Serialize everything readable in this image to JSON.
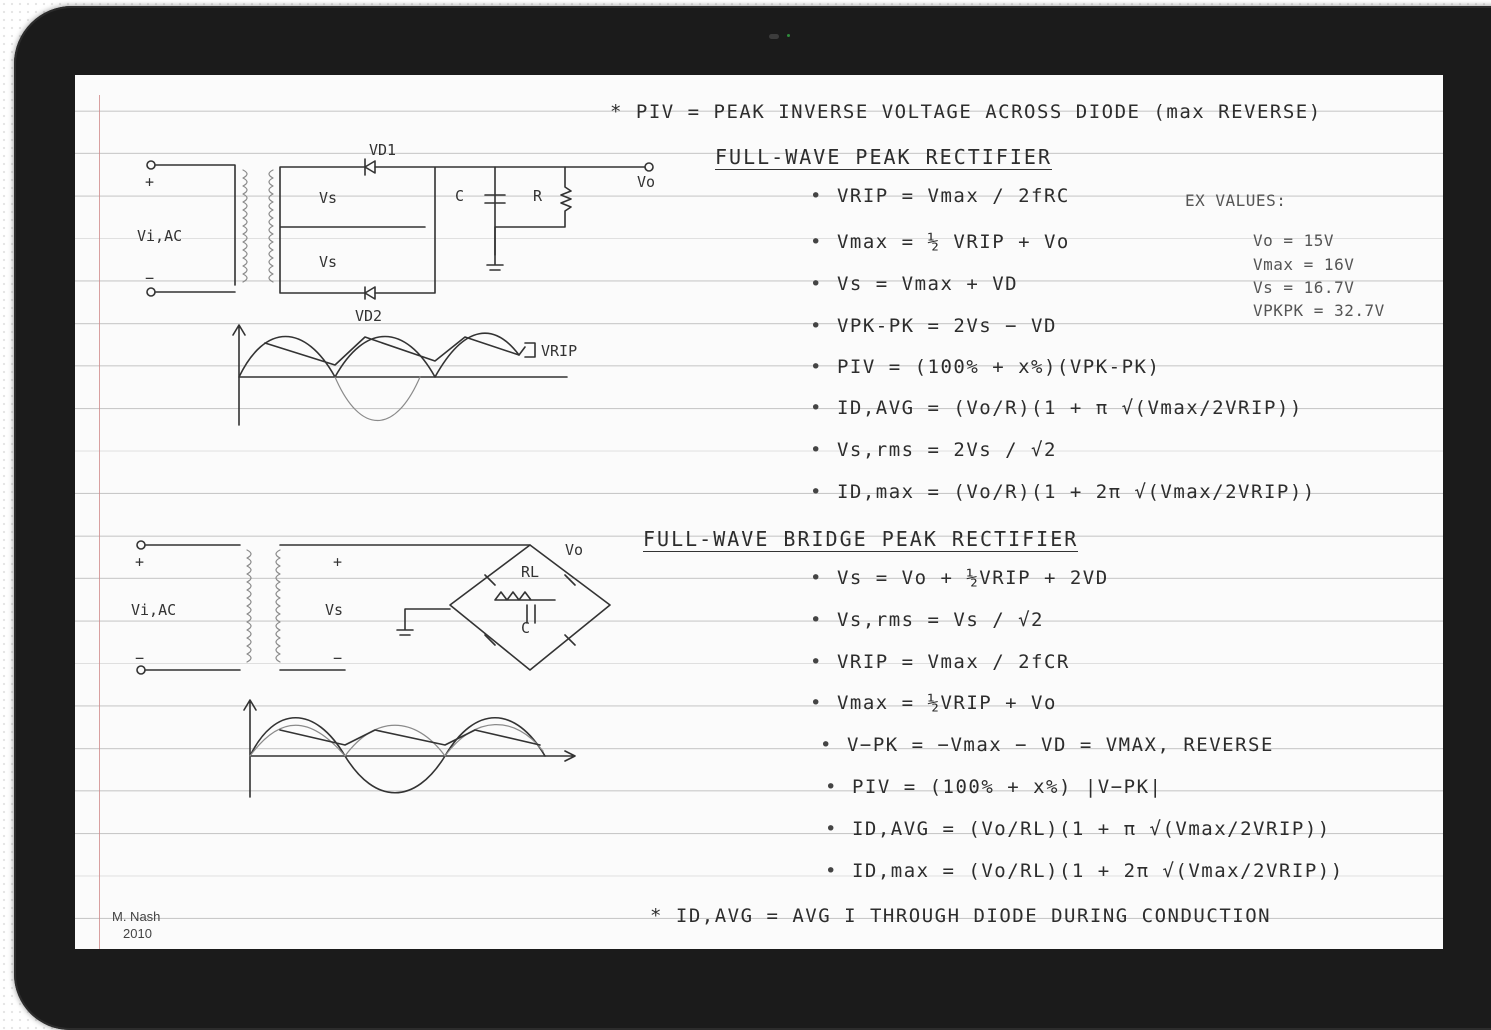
{
  "note_top": "* PIV = PEAK INVERSE VOLTAGE ACROSS DIODE (max REVERSE)",
  "fw_section": {
    "title": "FULL-WAVE PEAK RECTIFIER",
    "equations": [
      "VRIP = Vmax / 2fRC",
      "Vmax = ½ VRIP + Vo",
      "Vs = Vmax + VD",
      "VPK-PK = 2Vs − VD",
      "PIV = (100% + x%)(VPK-PK)",
      "ID,AVG = (Vo/R)(1 + π √(Vmax/2VRIP))",
      "Vs,rms = 2Vs / √2",
      "ID,max = (Vo/R)(1 + 2π √(Vmax/2VRIP))"
    ],
    "examples_title": "EX VALUES:",
    "examples": [
      "Vo = 15V",
      "Vmax = 16V",
      "Vs = 16.7V",
      "VPKPK = 32.7V"
    ]
  },
  "bridge_section": {
    "title": "FULL-WAVE BRIDGE PEAK RECTIFIER",
    "equations": [
      "Vs = Vo + ½VRIP + 2VD",
      "Vs,rms = Vs / √2",
      "VRIP = Vmax / 2fCR",
      "Vmax = ½VRIP + Vo",
      "V−PK = −Vmax − VD = VMAX, REVERSE",
      "PIV = (100% + x%) |V−PK|",
      "ID,AVG = (Vo/RL)(1 + π √(Vmax/2VRIP))",
      "ID,max = (Vo/RL)(1 + 2π √(Vmax/2VRIP))"
    ]
  },
  "note_bottom": "* ID,AVG = AVG I THROUGH DIODE DURING CONDUCTION",
  "author": "M. Nash",
  "year": "2010",
  "circuit_labels": {
    "vd1": "VD1",
    "vd2": "VD2",
    "vo": "Vo",
    "vs": "Vs",
    "c": "C",
    "r": "R",
    "vin": "Vi,AC",
    "vrip": "VRIP",
    "rl": "RL",
    "plus": "+",
    "minus": "−"
  }
}
